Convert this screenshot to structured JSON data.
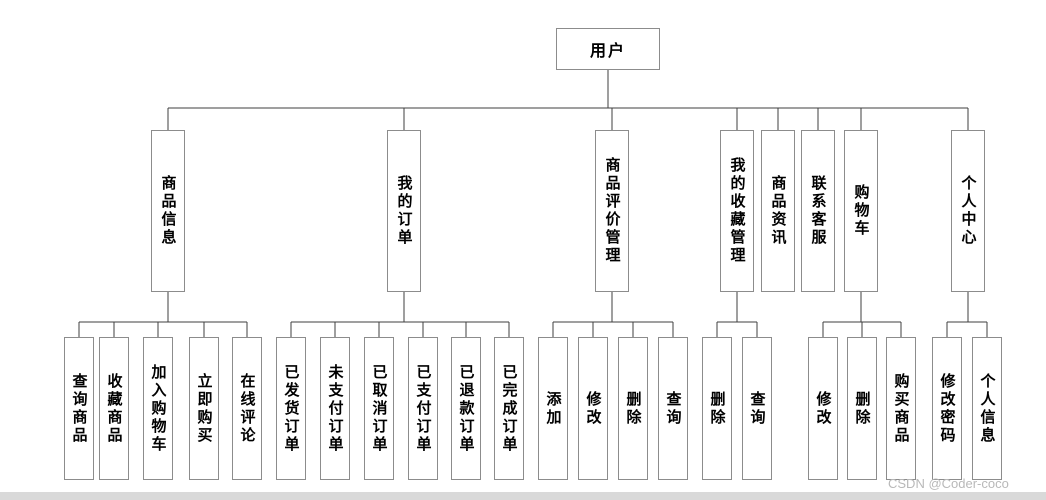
{
  "diagram": {
    "root": {
      "label": "用户"
    },
    "branches": [
      {
        "label": "商品信息",
        "children": [
          "查询商品",
          "收藏商品",
          "加入购物车",
          "立即购买",
          "在线评论"
        ]
      },
      {
        "label": "我的订单",
        "children": [
          "已发货订单",
          "未支付订单",
          "已取消订单",
          "已支付订单",
          "已退款订单",
          "已完成订单"
        ]
      },
      {
        "label": "商品评价管理",
        "children": [
          "添加",
          "修改",
          "删除",
          "查询"
        ]
      },
      {
        "label": "我的收藏管理",
        "children": [
          "删除",
          "查询"
        ]
      },
      {
        "label": "商品资讯",
        "children": []
      },
      {
        "label": "联系客服",
        "children": []
      },
      {
        "label": "购物车",
        "children": [
          "修改",
          "删除",
          "购买商品"
        ]
      },
      {
        "label": "个人中心",
        "children": [
          "修改密码",
          "个人信息"
        ]
      }
    ]
  },
  "watermark": {
    "text": "CSDN @Coder-coco"
  },
  "colors": {
    "line": "#3f3f3f",
    "border": "#8c8c8c",
    "scrollbar": "#d9d9d9"
  }
}
